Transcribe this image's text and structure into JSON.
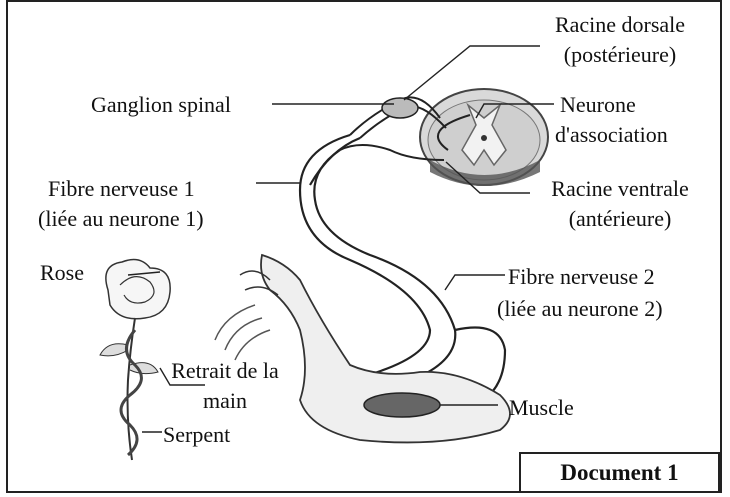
{
  "labels": {
    "racine_dorsale_1": "Racine dorsale",
    "racine_dorsale_2": "(postérieure)",
    "ganglion_spinal": "Ganglion spinal",
    "neurone_assoc_1": "Neurone",
    "neurone_assoc_2": "d'association",
    "fibre1_1": "Fibre nerveuse 1",
    "fibre1_2": "(liée au neurone 1)",
    "racine_ventrale_1": "Racine ventrale",
    "racine_ventrale_2": "(antérieure)",
    "rose": "Rose",
    "fibre2_1": "Fibre nerveuse 2",
    "fibre2_2": "(liée au neurone 2)",
    "retrait_1": "Retrait de la",
    "retrait_2": "main",
    "muscle": "Muscle",
    "serpent": "Serpent"
  },
  "document_title": "Document 1"
}
